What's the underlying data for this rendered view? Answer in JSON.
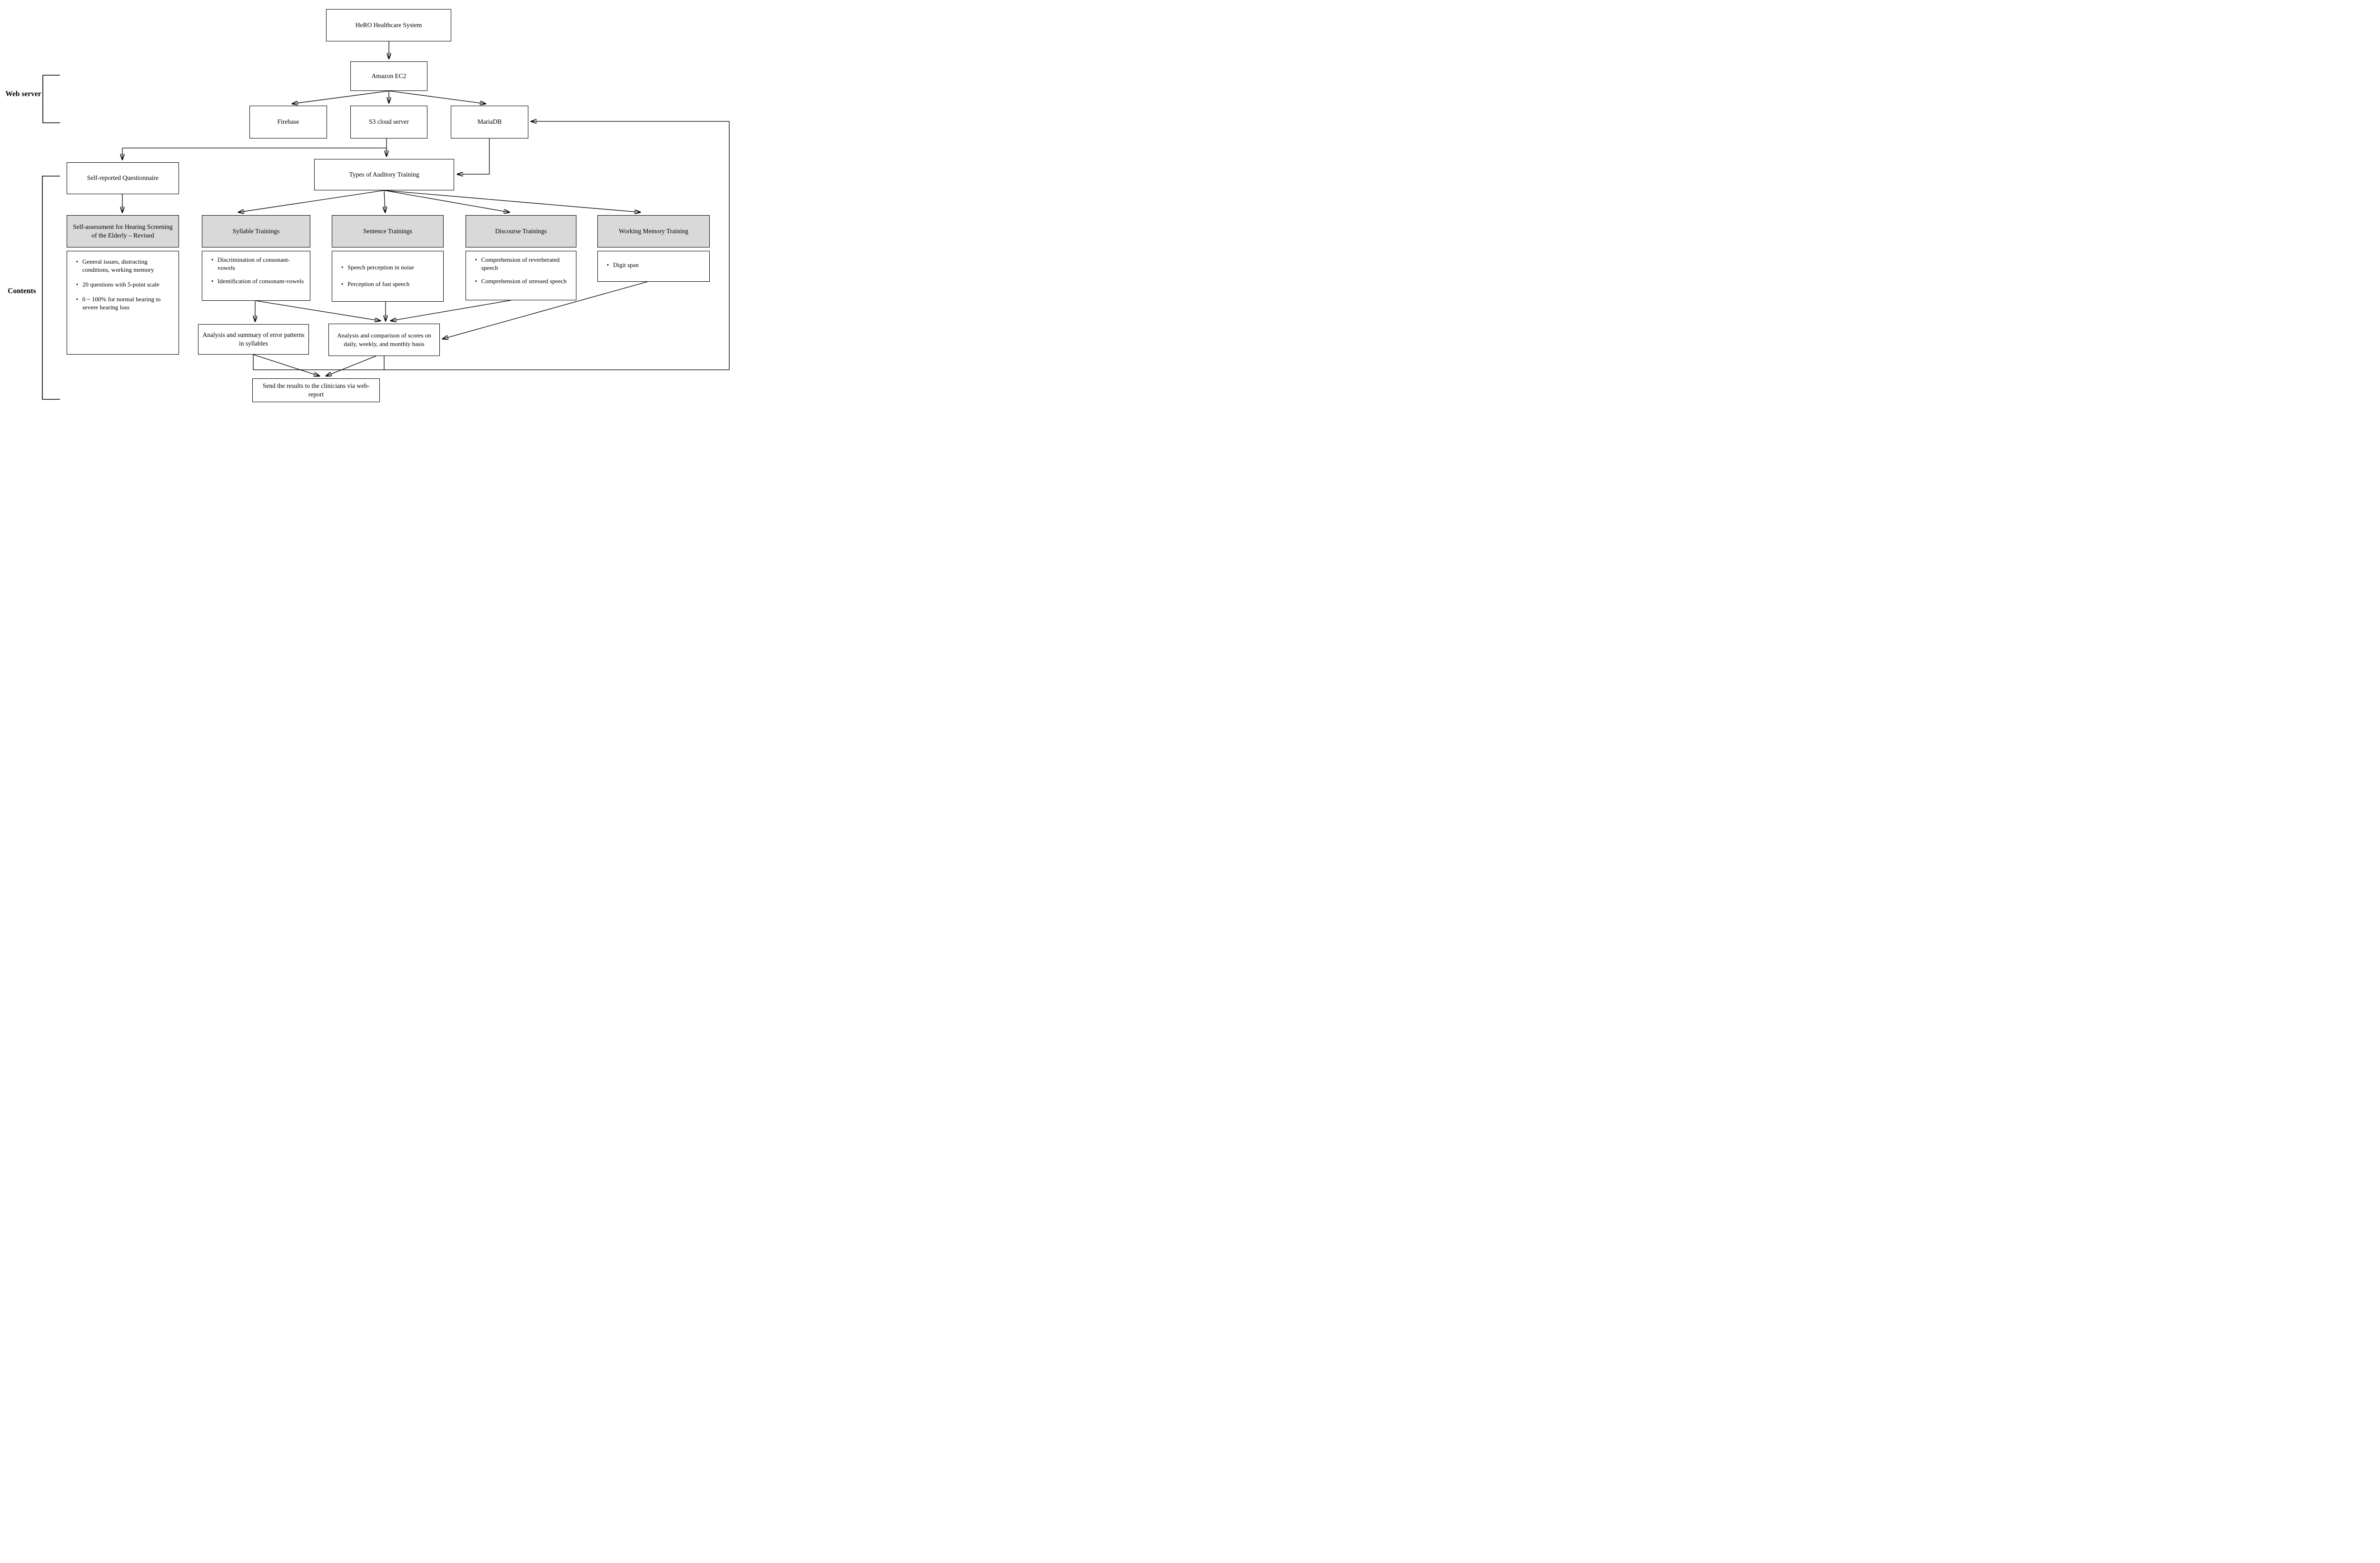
{
  "nodes": {
    "hero": {
      "label": "HeRO Healthcare System"
    },
    "amazon_ec2": {
      "label": "Amazon EC2"
    },
    "firebase": {
      "label": "Firebase"
    },
    "s3": {
      "label": "S3 cloud server"
    },
    "mariadb": {
      "label": "MariaDB"
    },
    "self_reported": {
      "label": "Self-reported Questionnaire"
    },
    "types_training": {
      "label": "Types of Auditory Training"
    },
    "analysis_summary": {
      "label": "Analysis and summary of error patterns in syllables"
    },
    "analysis_comparison": {
      "label": "Analysis and comparison of scores on daily, weekly, and monthly basis"
    },
    "send_results": {
      "label": "Send the results to the clinicians via web-report"
    }
  },
  "side_labels": {
    "web_server": "Web server",
    "contents": "Contents"
  },
  "columns": [
    {
      "header": "Self-assessment for Hearing Screening of the Elderly – Revised",
      "bullets": [
        "General issues, distracting conditions, working memory",
        "20 questions with 5-point scale",
        "0 ~ 100% for normal hearing to severe hearing loss"
      ]
    },
    {
      "header": "Syllable Trainings",
      "bullets": [
        "Discrimination of consonant-vowels",
        "Identification of consonant-vowels"
      ]
    },
    {
      "header": "Sentence Trainings",
      "bullets": [
        "Speech perception in noise",
        "Perception of fast speech"
      ]
    },
    {
      "header": "Discourse Trainings",
      "bullets": [
        "Comprehension of reverberated speech",
        "Comprehension of stressed speech"
      ]
    },
    {
      "header": "Working Memory Training",
      "bullets": [
        "Digit span"
      ]
    }
  ],
  "colors": {
    "header_fill": "#d9d9d9",
    "box_border": "#000000",
    "line": "#000000",
    "background": "#ffffff"
  }
}
